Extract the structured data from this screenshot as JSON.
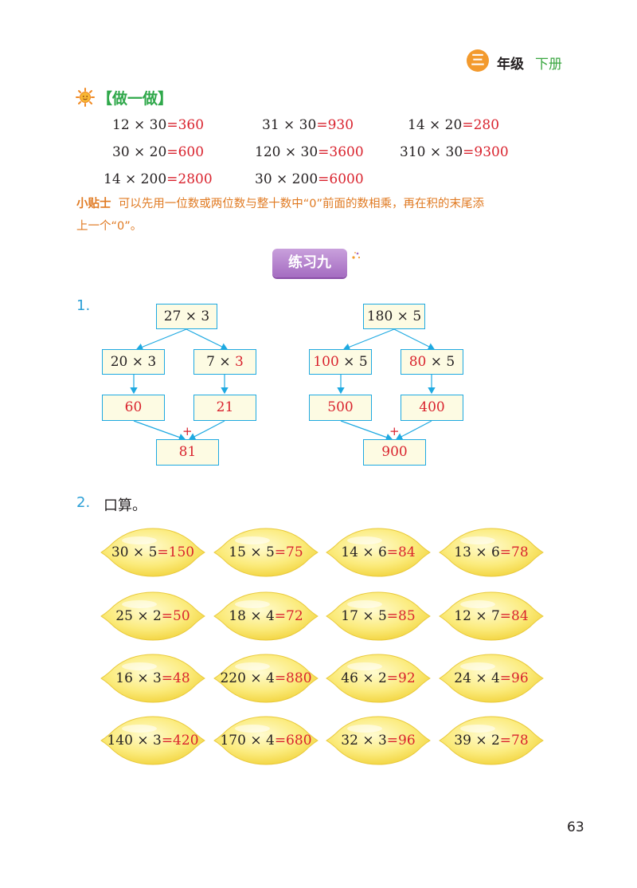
{
  "header": {
    "grade_badge": "三",
    "grade": "年级",
    "volume": "下册"
  },
  "doit": {
    "title": "【做一做】",
    "items": [
      {
        "expr": "12 × 30",
        "answer": "=360"
      },
      {
        "expr": "31 × 30",
        "answer": "=930"
      },
      {
        "expr": "14 × 20",
        "answer": "=280"
      },
      {
        "expr": "30 × 20",
        "answer": "=600"
      },
      {
        "expr": "120 × 30",
        "answer": "=3600"
      },
      {
        "expr": "310 × 30",
        "answer": "=9300"
      },
      {
        "expr": "14 × 200",
        "answer": "=2800"
      },
      {
        "expr": "30 × 200",
        "answer": "=6000"
      }
    ],
    "tip_label": "小贴士",
    "tip_line1": "可以先用一位数或两位数与整十数中“0”前面的数相乘，再在积的末尾添",
    "tip_line2": "上一个“0”。"
  },
  "exercise": {
    "title": "练习九"
  },
  "q1": {
    "number": "1.",
    "left": {
      "top": "27 × 3",
      "split_left": {
        "a": "20",
        "op": " × 3",
        "a_red": false,
        "b": "",
        "b_red": false
      },
      "split_right": {
        "a": "7 × ",
        "b": "3"
      },
      "result_left": "60",
      "result_right": "21",
      "plus": "+",
      "sum": "81"
    },
    "right": {
      "top": "180 × 5",
      "split_left": {
        "a": "100",
        "b": " × 5"
      },
      "split_right": {
        "a": "80",
        "b": " × 5"
      },
      "result_left": "500",
      "result_right": "400",
      "plus": "+",
      "sum": "900"
    }
  },
  "q2": {
    "number": "2.",
    "label": "口算。",
    "lemons": [
      {
        "expr": "30 × 5",
        "answer": "=150"
      },
      {
        "expr": "15 × 5",
        "answer": "=75"
      },
      {
        "expr": "14 × 6",
        "answer": "=84"
      },
      {
        "expr": "13 × 6",
        "answer": "=78"
      },
      {
        "expr": "25 × 2",
        "answer": "=50"
      },
      {
        "expr": "18 × 4",
        "answer": "=72"
      },
      {
        "expr": "17 × 5",
        "answer": "=85"
      },
      {
        "expr": "12 × 7",
        "answer": "=84"
      },
      {
        "expr": "16 × 3",
        "answer": "=48"
      },
      {
        "expr": "220 × 4",
        "answer": "=880"
      },
      {
        "expr": "46 × 2",
        "answer": "=92"
      },
      {
        "expr": "24 × 4",
        "answer": "=96"
      },
      {
        "expr": "140 × 3",
        "answer": "=420"
      },
      {
        "expr": "170 × 4",
        "answer": "=680"
      },
      {
        "expr": "32 × 3",
        "answer": "=96"
      },
      {
        "expr": "39 × 2",
        "answer": "=78"
      }
    ]
  },
  "page_number": "63",
  "colors": {
    "answer": "#d9232e",
    "box_border": "#1ea9e1",
    "title_green": "#2fa84a",
    "tip_orange": "#e07a22",
    "question_blue": "#2a9fd6"
  },
  "icons": {
    "sun": "sun-icon",
    "sparkle": "sparkle-icon"
  }
}
